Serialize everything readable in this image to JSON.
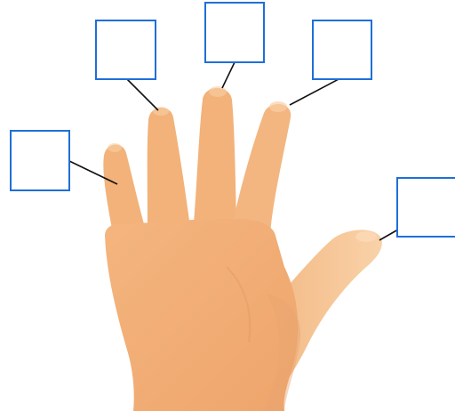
{
  "diagram": {
    "colors": {
      "skin": "#f2b27a",
      "skin_light": "#f7c79a",
      "skin_shadow": "#e39e66",
      "box_border": "#1f6fd8",
      "leader_line": "#111111"
    },
    "label_boxes": [
      {
        "id": "thumb",
        "text": ""
      },
      {
        "id": "index-finger",
        "text": ""
      },
      {
        "id": "middle-finger",
        "text": ""
      },
      {
        "id": "ring-finger",
        "text": ""
      },
      {
        "id": "little-finger",
        "text": ""
      }
    ]
  }
}
